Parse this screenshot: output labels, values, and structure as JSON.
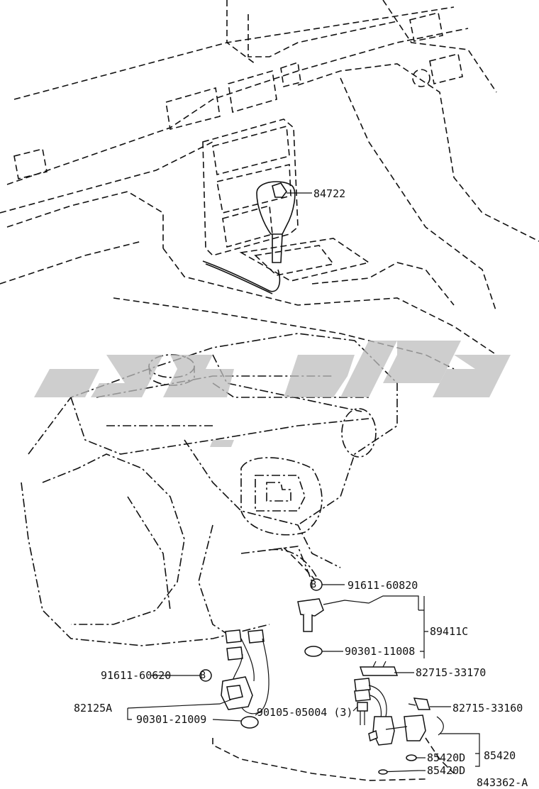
{
  "parts": {
    "p84722": "84722",
    "p91611_60820": "91611-60820",
    "p89411C": "89411C",
    "p90301_11008": "90301-11008",
    "p82715_33170": "82715-33170",
    "p91611_60620": "91611-60620",
    "p82715_33160": "82715-33160",
    "p82125A": "82125A",
    "p90301_21009": "90301-21009",
    "p90105_05004": "90105-05004 (3)",
    "p85420D_a": "85420D",
    "p85420D_b": "85420D",
    "p85420": "85420"
  },
  "markers": {
    "bolt_b_1": "B",
    "bolt_b_2": "B"
  },
  "figure_id": "843362-A",
  "colors": {
    "line": "#111111",
    "watermark": "#bdbdbd",
    "background": "#ffffff"
  }
}
